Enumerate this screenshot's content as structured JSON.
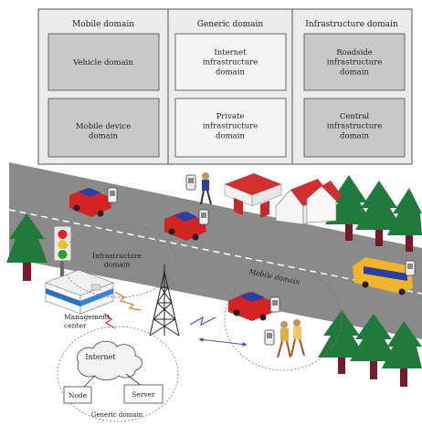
{
  "domain_table": {
    "columns": [
      {
        "header": "Mobile domain",
        "cells": [
          "Vehicle domain",
          "Mobile device\ndomain"
        ]
      },
      {
        "header": "Generic domain",
        "cells": [
          "Internet\ninfrastructure\ndomain",
          "Private\ninfrastructure\ndomain"
        ]
      },
      {
        "header": "Infrastructure domain",
        "cells": [
          "Roadside\ninfrastructure\ndomain",
          "Central\ninfrastructure\ndomain"
        ]
      }
    ]
  },
  "scene": {
    "infrastructure_domain_label": "Infrastructure\ndomain",
    "mobile_domain_label": "Mobile domain",
    "management_center_label": "Management\ncenter",
    "internet_label": "Internet",
    "node_label": "Node",
    "server_label": "Server",
    "generic_domain_label": "Generic domain"
  },
  "colors": {
    "cell_fill_gray": "#c8c8c8",
    "cell_fill_white": "#f4f4f4",
    "header_fill": "#ececec",
    "road": "#8a8a8a",
    "tree_green": "#1f7a3c",
    "tree_trunk": "#7a1a28",
    "car_red": "#d42323",
    "car_blue": "#2a3f9f",
    "bus_yellow": "#f0b52a"
  }
}
